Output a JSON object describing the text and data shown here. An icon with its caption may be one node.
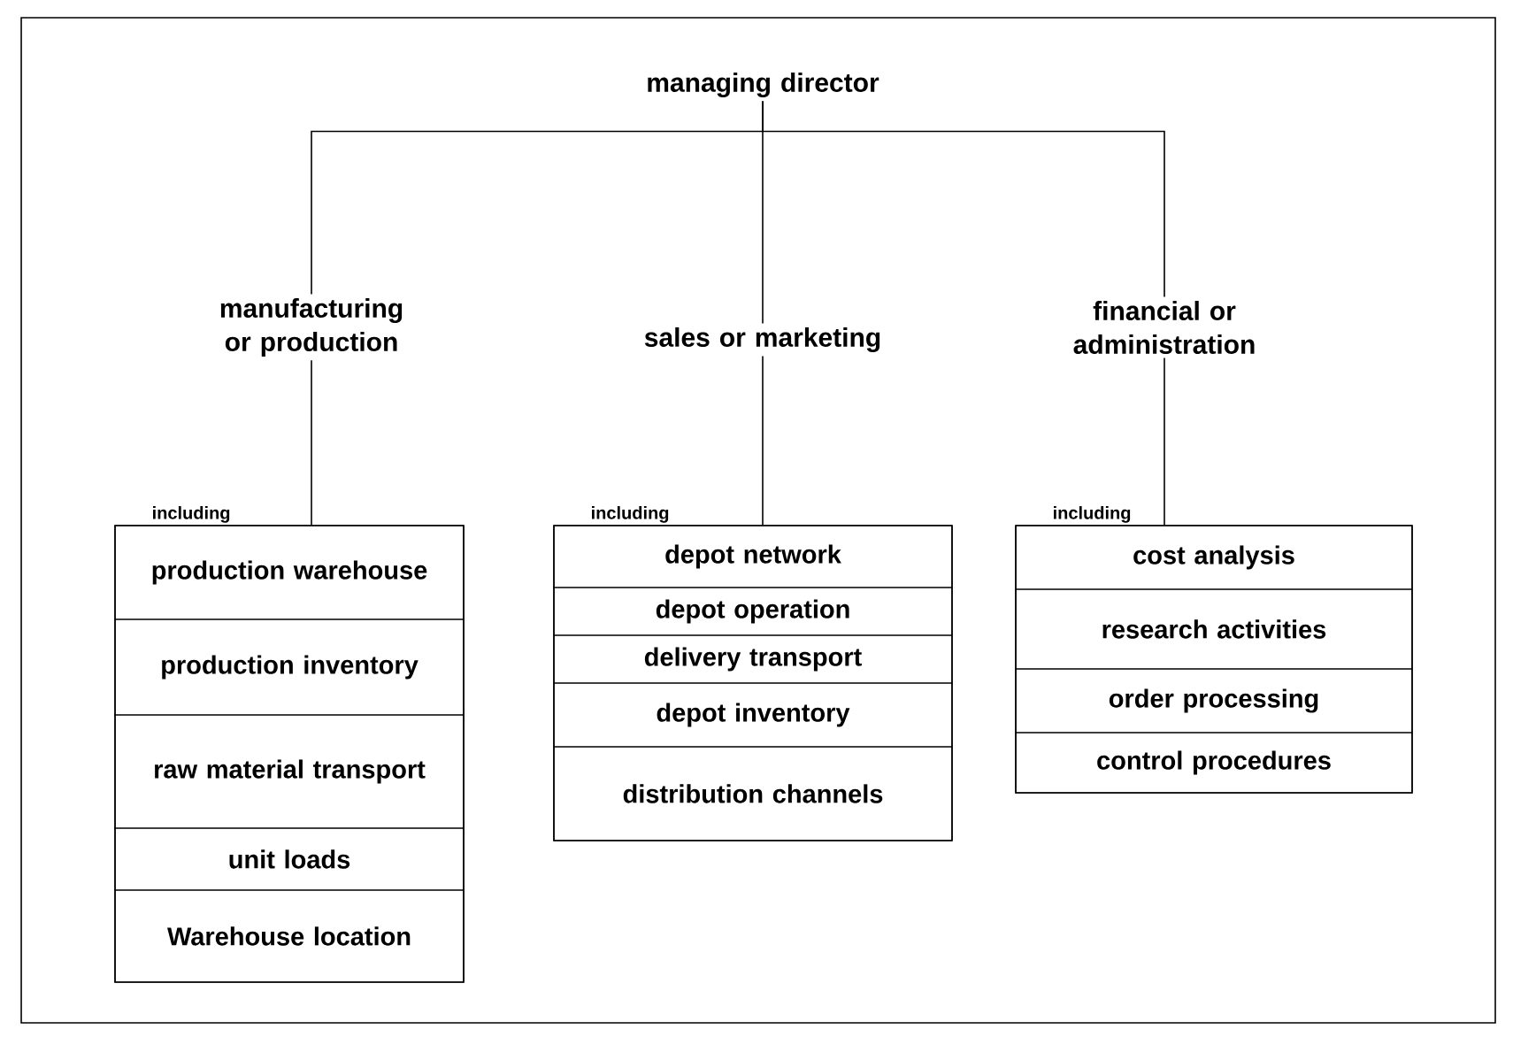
{
  "diagram": {
    "nodes": [
      {
        "text": [
          "managing director"
        ]
      },
      {
        "text": [
          "manufacturing or production"
        ]
      },
      {
        "text": [
          "sales or marketing"
        ]
      },
      {
        "text": [
          "financial or administration"
        ]
      },
      {
        "text": [
          "including"
        ]
      },
      {
        "text": [
          "including"
        ]
      },
      {
        "text": [
          "including"
        ]
      },
      {
        "text": [
          "production warehouse"
        ],
        "in": 4
      },
      {
        "text": [
          "production inventory"
        ],
        "in": 4
      },
      {
        "text": [
          "raw material transport"
        ],
        "in": 4
      },
      {
        "text": [
          "unit loads"
        ],
        "in": 4
      },
      {
        "text": [
          "Warehouse location"
        ],
        "in": 4
      },
      {
        "text": [
          "depot network"
        ],
        "in": 5
      },
      {
        "text": [
          "depot operation"
        ],
        "in": 5
      },
      {
        "text": [
          "delivery transport"
        ],
        "in": 5
      },
      {
        "text": [
          "depot inventory"
        ],
        "in": 5
      },
      {
        "text": [
          "distribution channels"
        ],
        "in": 5
      },
      {
        "text": [
          "cost analysis"
        ],
        "in": 6
      },
      {
        "text": [
          "research activities"
        ],
        "in": 6
      },
      {
        "text": [
          "order processing"
        ],
        "in": 6
      },
      {
        "text": [
          "control procedures"
        ],
        "in": 6
      }
    ],
    "edges": [
      {
        "from": 0,
        "to": 1,
        "arrow": "none"
      },
      {
        "from": 0,
        "to": 2,
        "arrow": "none"
      },
      {
        "from": 0,
        "to": 3,
        "arrow": "none"
      },
      {
        "from": 1,
        "to": 4,
        "arrow": "none"
      },
      {
        "from": 2,
        "to": 5,
        "arrow": "none"
      },
      {
        "from": 3,
        "to": 6,
        "arrow": "none"
      }
    ]
  }
}
